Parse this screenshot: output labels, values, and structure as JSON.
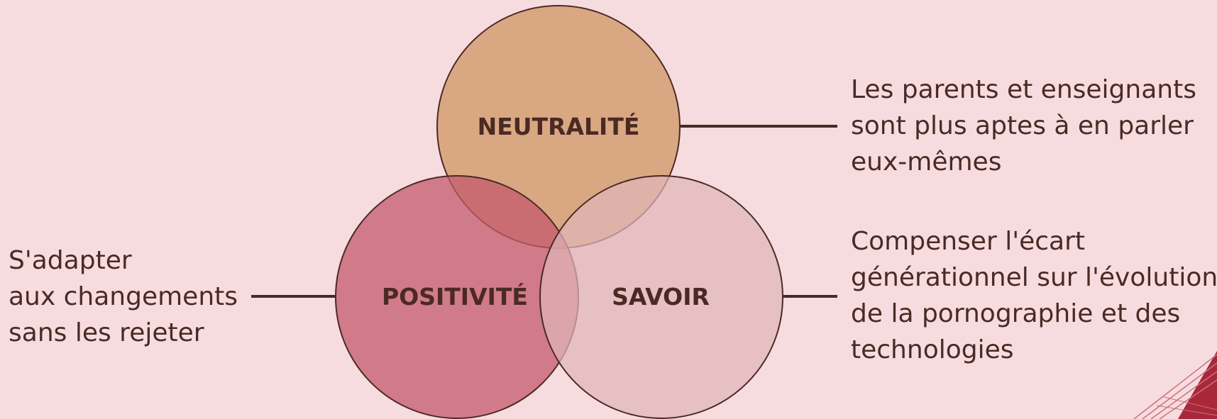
{
  "diagram": {
    "circles": {
      "top": {
        "label": "NEUTRALITÉ",
        "color": "#d9a883"
      },
      "left": {
        "label": "POSITIVITÉ",
        "color": "#cd7b89"
      },
      "right": {
        "label": "SAVOIR",
        "color": "#dfb5b8"
      }
    },
    "notes": {
      "left": [
        "S'adapter",
        "aux changements",
        "sans les rejeter"
      ],
      "top_right": [
        "Les parents et enseignants",
        "sont plus aptes à en parler",
        "eux-mêmes"
      ],
      "bottom_right": [
        "Compenser l'écart",
        "générationnel sur l'évolution",
        "de la pornographie et des",
        "technologies"
      ]
    }
  },
  "colors": {
    "background": "#f7dcdf",
    "outline": "#4a2a24",
    "text": "#4a2a24",
    "corner_decoration": "#a8283a"
  }
}
